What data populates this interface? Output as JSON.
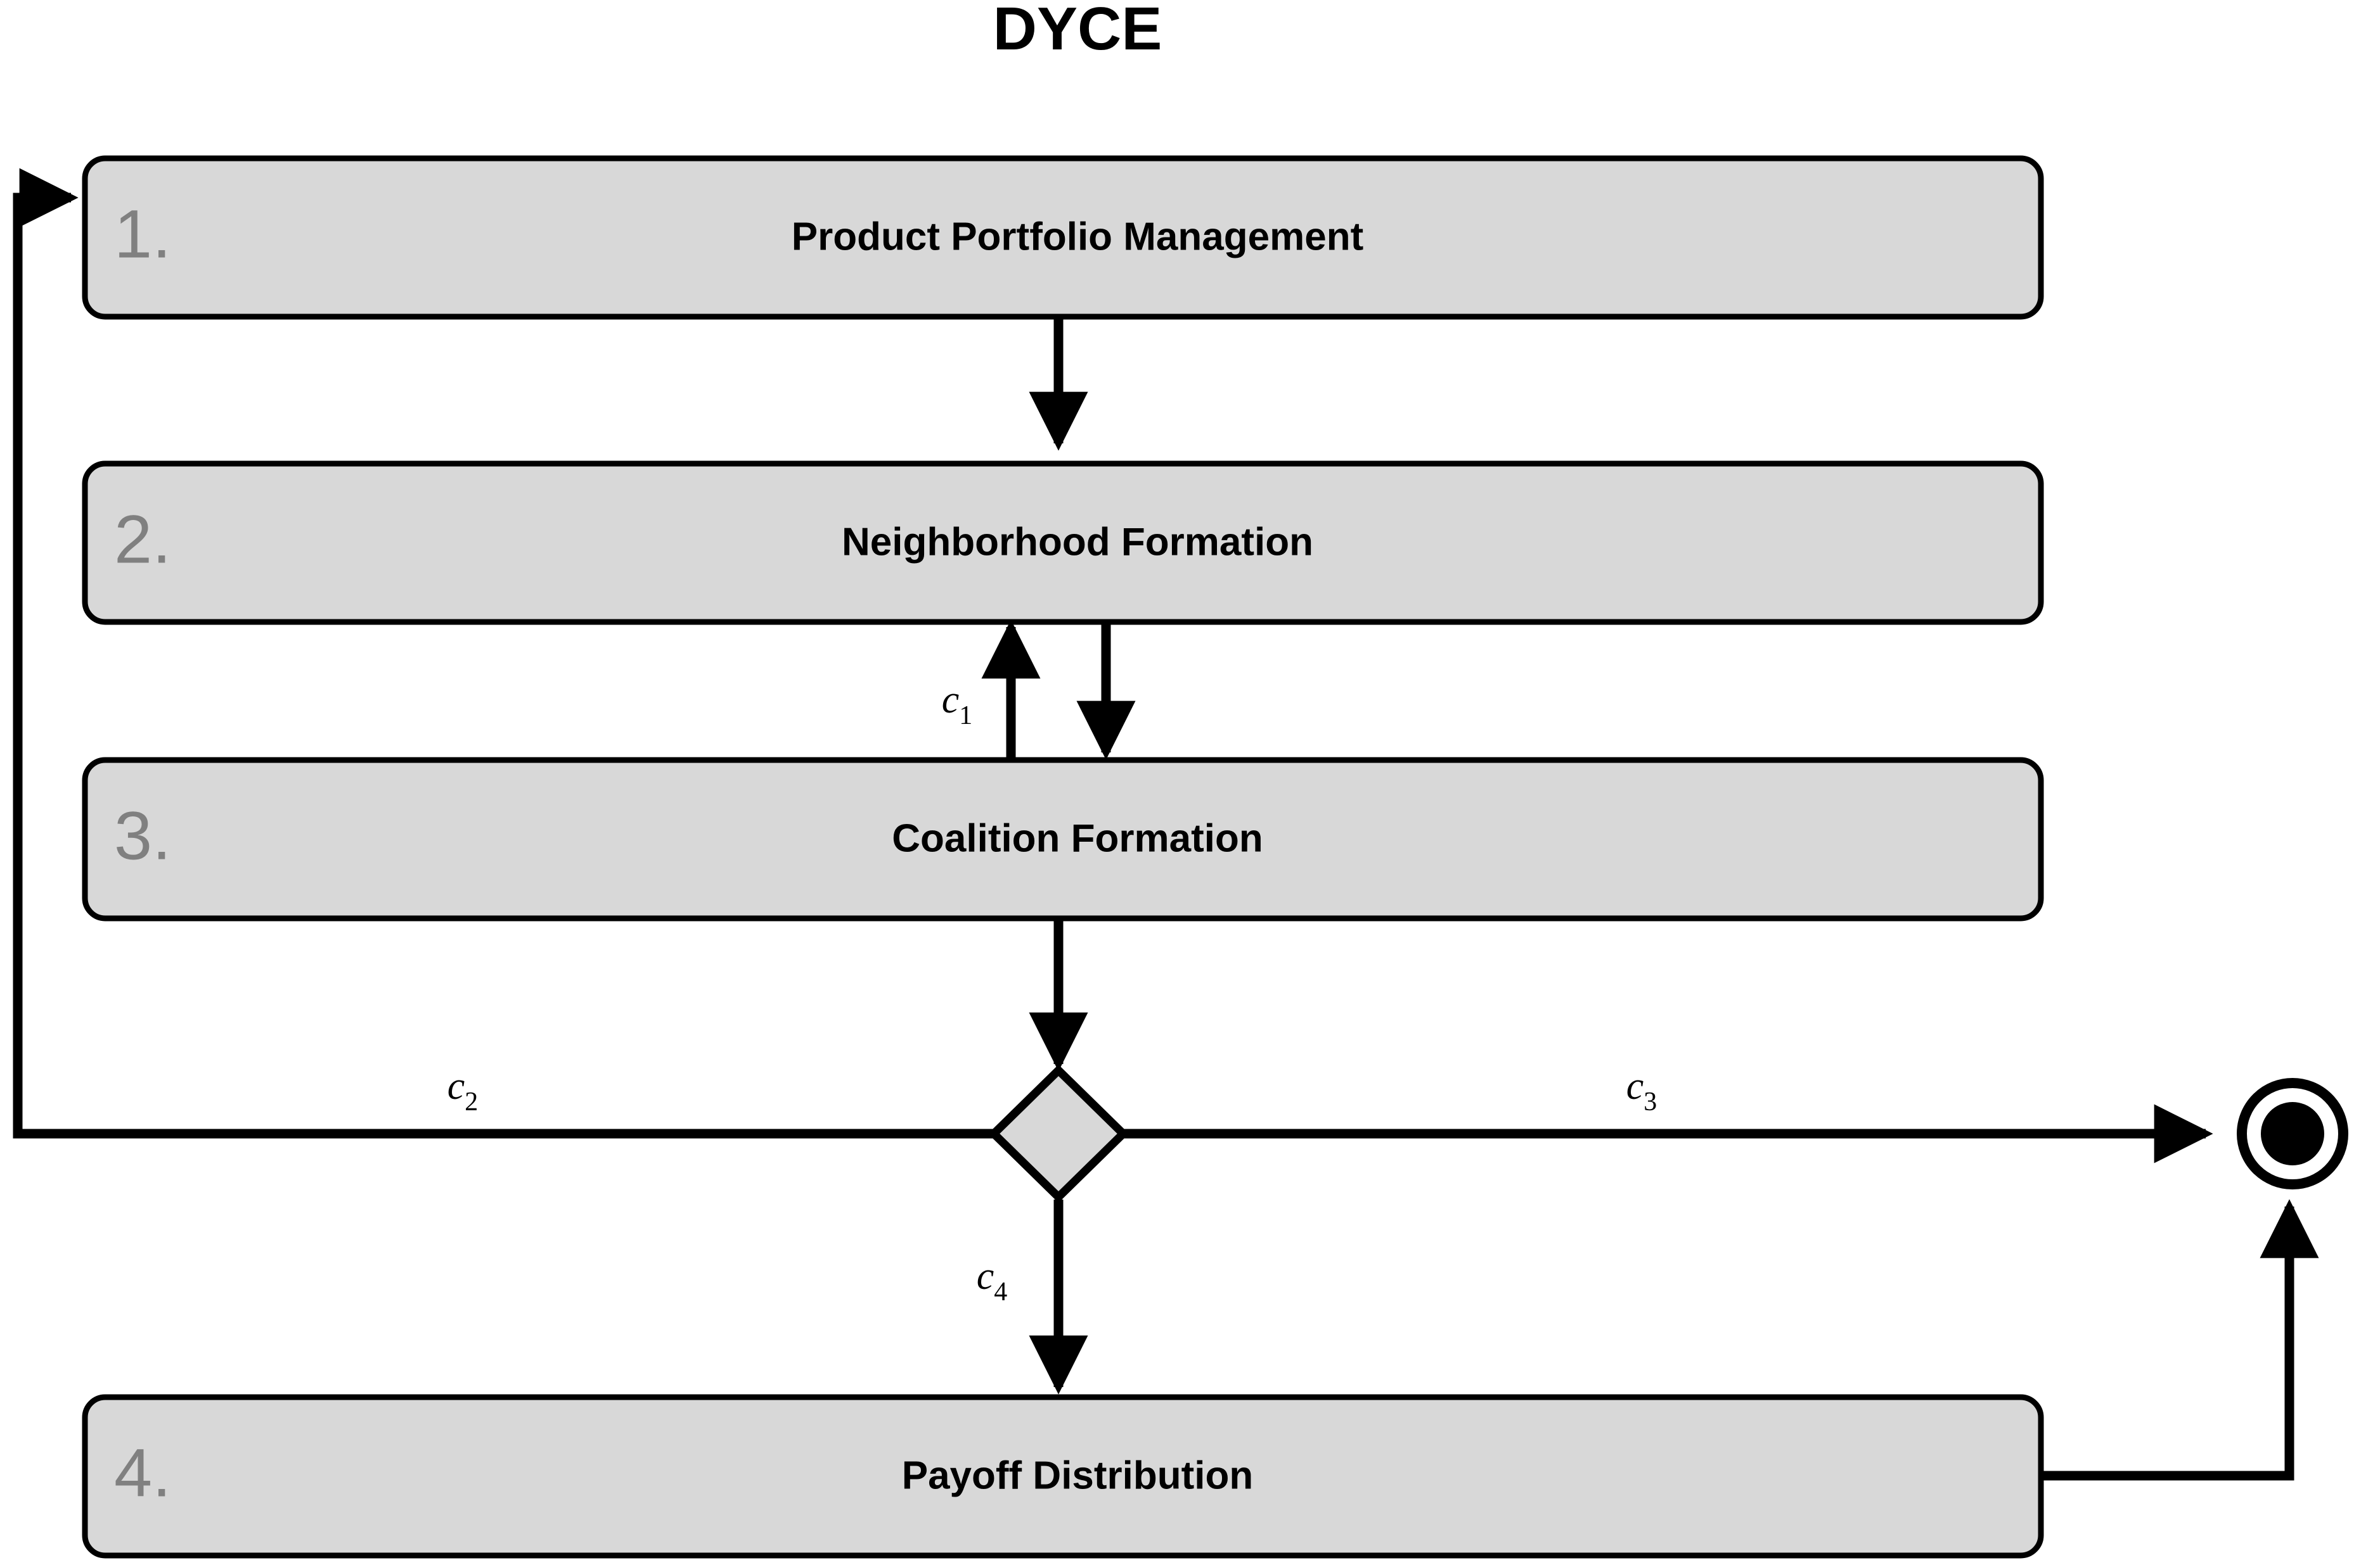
{
  "title": "DYCE",
  "colors": {
    "box_fill": "#d8d8d8",
    "box_stroke": "#000000",
    "step_number": "#808080",
    "label_text": "#000000",
    "edge": "#000000",
    "background": "#ffffff"
  },
  "steps": [
    {
      "number": "1.",
      "label": "Product Portfolio Management"
    },
    {
      "number": "2.",
      "label": "Neighborhood Formation"
    },
    {
      "number": "3.",
      "label": "Coalition Formation"
    },
    {
      "number": "4.",
      "label": "Payoff Distribution"
    }
  ],
  "conditions": [
    {
      "base": "c",
      "sub": "1",
      "full": "c1"
    },
    {
      "base": "c",
      "sub": "2",
      "full": "c2"
    },
    {
      "base": "c",
      "sub": "3",
      "full": "c3"
    },
    {
      "base": "c",
      "sub": "4",
      "full": "c4"
    }
  ],
  "nodes": {
    "decision": "decision-diamond",
    "end": "final-end-node"
  },
  "chart_data": {
    "type": "diagram",
    "title": "DYCE",
    "notation": "UML activity diagram",
    "nodes": [
      {
        "id": "step1",
        "kind": "activity",
        "number": "1.",
        "label": "Product Portfolio Management"
      },
      {
        "id": "step2",
        "kind": "activity",
        "number": "2.",
        "label": "Neighborhood Formation"
      },
      {
        "id": "step3",
        "kind": "activity",
        "number": "3.",
        "label": "Coalition Formation"
      },
      {
        "id": "decision",
        "kind": "decision",
        "label": ""
      },
      {
        "id": "step4",
        "kind": "activity",
        "number": "4.",
        "label": "Payoff Distribution"
      },
      {
        "id": "end",
        "kind": "final",
        "label": ""
      }
    ],
    "edges": [
      {
        "from": "step1",
        "to": "step2",
        "label": ""
      },
      {
        "from": "step2",
        "to": "step3",
        "label": ""
      },
      {
        "from": "step3",
        "to": "step2",
        "label": "c1"
      },
      {
        "from": "step3",
        "to": "decision",
        "label": ""
      },
      {
        "from": "decision",
        "to": "step1",
        "label": "c2"
      },
      {
        "from": "decision",
        "to": "end",
        "label": "c3"
      },
      {
        "from": "decision",
        "to": "step4",
        "label": "c4"
      },
      {
        "from": "step4",
        "to": "end",
        "label": ""
      }
    ]
  }
}
